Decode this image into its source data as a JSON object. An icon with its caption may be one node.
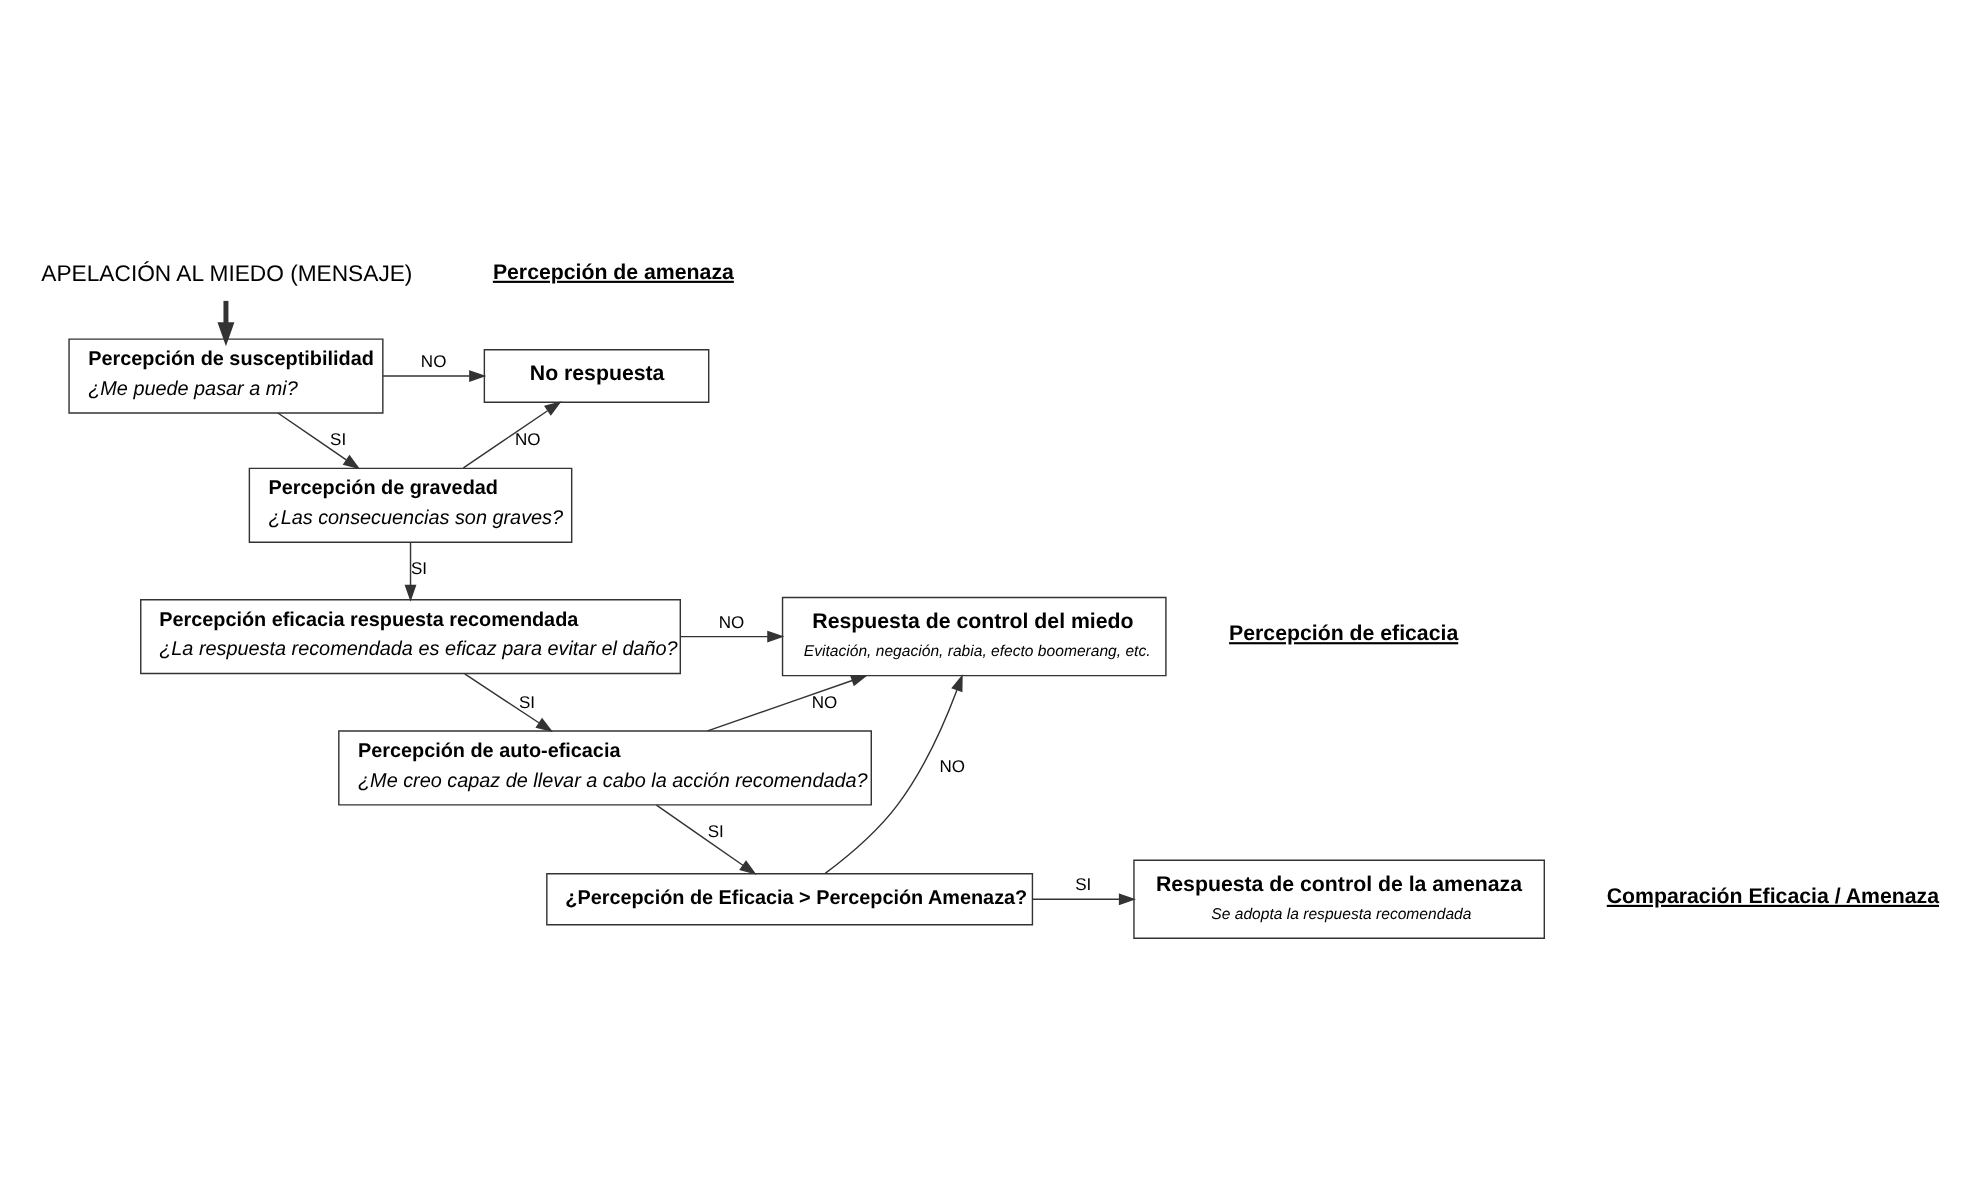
{
  "diagram": {
    "nodes": [
      {
        "text": [
          "APELACIÓN AL MIEDO (MENSAJE)"
        ]
      },
      {
        "text": [
          "Percepción de susceptibilidad",
          "¿Me puede pasar a mi?"
        ]
      },
      {
        "text": [
          "No respuesta"
        ]
      },
      {
        "text": [
          "Percepción de gravedad",
          "¿Las consecuencias son graves?"
        ]
      },
      {
        "text": [
          "Percepción eficacia respuesta recomendada",
          "¿La respuesta recomendada es eficaz para evitar el daño?"
        ]
      },
      {
        "text": [
          "Respuesta de control del miedo",
          "Evitación, negación, rabia, efecto boomerang, etc."
        ]
      },
      {
        "text": [
          "Percepción de auto-eficacia",
          "¿Me creo capaz de llevar a cabo la acción recomendada?"
        ]
      },
      {
        "text": [
          "¿Percepción de Eficacia > Percepción Amenaza?"
        ]
      },
      {
        "text": [
          "Respuesta de control de la amenaza",
          "Se adopta la respuesta recomendada"
        ]
      }
    ],
    "edges": [
      {
        "from": 0,
        "to": 1,
        "arrow": "to",
        "style": "thick"
      },
      {
        "from": 1,
        "to": 2,
        "arrow": "to",
        "label": "NO"
      },
      {
        "from": 1,
        "to": 3,
        "arrow": "to",
        "label": "SI"
      },
      {
        "from": 3,
        "to": 2,
        "arrow": "to",
        "label": "NO"
      },
      {
        "from": 3,
        "to": 4,
        "arrow": "to",
        "label": "SI"
      },
      {
        "from": 4,
        "to": 5,
        "arrow": "to",
        "label": "NO"
      },
      {
        "from": 4,
        "to": 6,
        "arrow": "to",
        "label": "SI"
      },
      {
        "from": 6,
        "to": 5,
        "arrow": "to",
        "label": "NO"
      },
      {
        "from": 6,
        "to": 7,
        "arrow": "to",
        "label": "SI"
      },
      {
        "from": 7,
        "to": 5,
        "arrow": "to",
        "label": "NO"
      },
      {
        "from": 7,
        "to": 8,
        "arrow": "to",
        "label": "SI"
      }
    ],
    "labels": [
      "Percepción de amenaza",
      "Percepción de eficacia",
      "Comparación Eficacia / Amenaza"
    ]
  }
}
